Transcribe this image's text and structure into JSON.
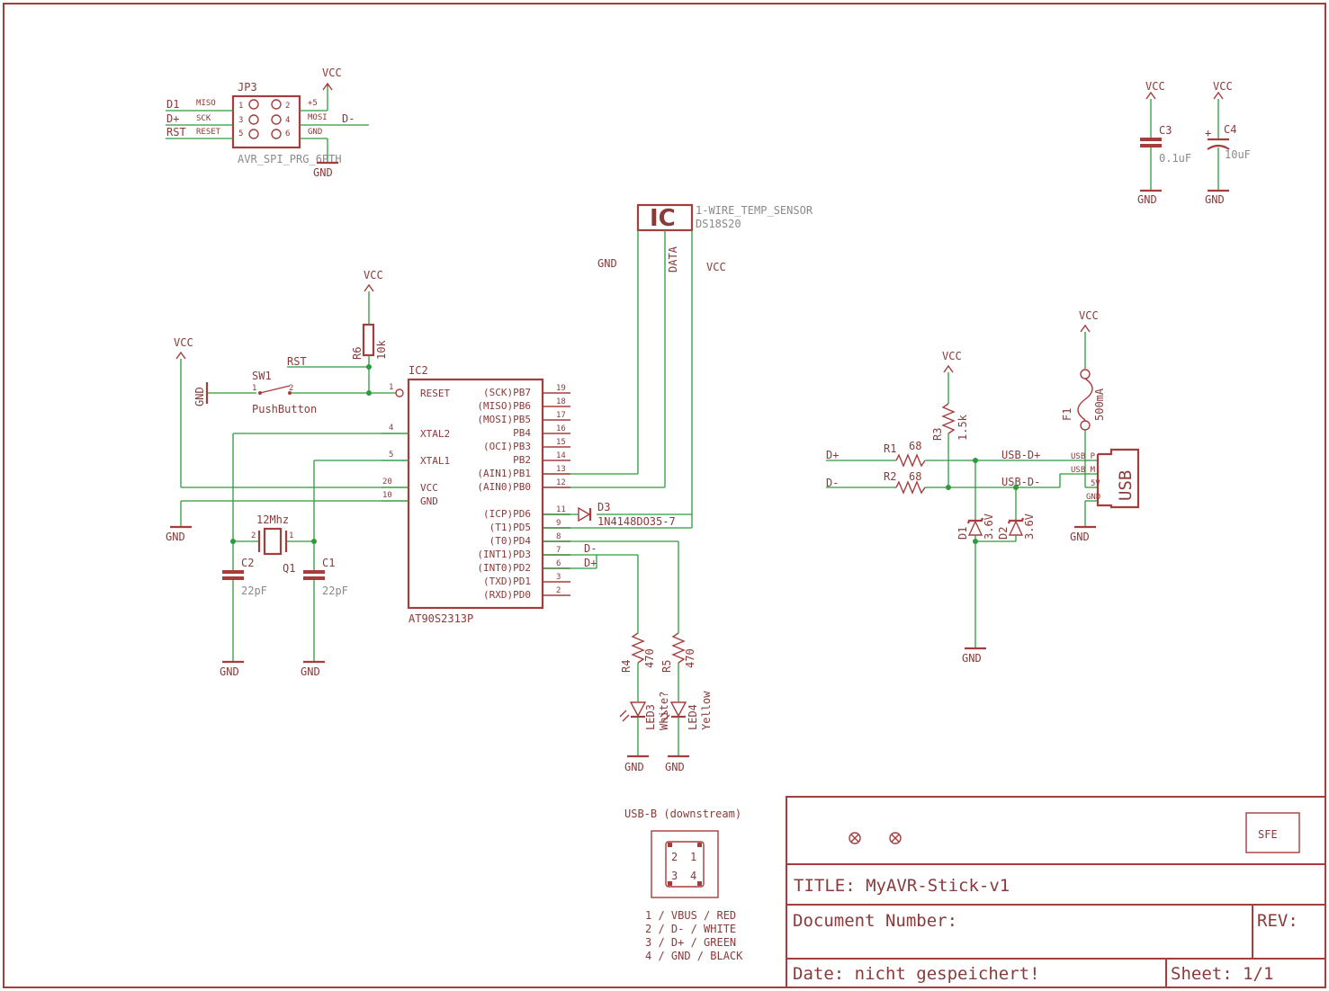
{
  "title_block": {
    "title": "TITLE: MyAVR-Stick-v1",
    "document_number": "Document Number:",
    "rev": "REV:",
    "date": "Date: nicht gespeichert!",
    "sheet": "Sheet: 1/1",
    "logo": "SFE"
  },
  "jp3": {
    "name": "JP3",
    "value": "AVR_SPI_PRG_6PTH",
    "pins_left": [
      "1",
      "3",
      "5"
    ],
    "pins_right": [
      "2",
      "4",
      "6"
    ],
    "labels_left": [
      "MISO",
      "SCK",
      "RESET"
    ],
    "labels_right": [
      "+5",
      "MOSI",
      "GND"
    ],
    "nets_left": [
      "D1",
      "D+",
      "RST"
    ],
    "net_right": "D-"
  },
  "ic1": {
    "symbol": "IC",
    "name": "1-WIRE_TEMP_SENSOR",
    "value": "DS18S20",
    "pin_data": "DATA",
    "pin_gnd": "GND",
    "pin_vcc": "VCC"
  },
  "ic2": {
    "name": "IC2",
    "value": "AT90S2313P",
    "left_pins": [
      {
        "num": "1",
        "label": "RESET"
      },
      {
        "num": "4",
        "label": "XTAL2"
      },
      {
        "num": "5",
        "label": "XTAL1"
      },
      {
        "num": "20",
        "label": "VCC"
      },
      {
        "num": "10",
        "label": "GND"
      }
    ],
    "right_pins": [
      {
        "num": "19",
        "label": "(SCK)PB7"
      },
      {
        "num": "18",
        "label": "(MISO)PB6"
      },
      {
        "num": "17",
        "label": "(MOSI)PB5"
      },
      {
        "num": "16",
        "label": "PB4"
      },
      {
        "num": "15",
        "label": "(OCI)PB3"
      },
      {
        "num": "14",
        "label": "PB2"
      },
      {
        "num": "13",
        "label": "(AIN1)PB1"
      },
      {
        "num": "12",
        "label": "(AIN0)PB0"
      },
      {
        "num": "11",
        "label": "(ICP)PD6"
      },
      {
        "num": "9",
        "label": "(T1)PD5"
      },
      {
        "num": "8",
        "label": "(T0)PD4"
      },
      {
        "num": "7",
        "label": "(INT1)PD3"
      },
      {
        "num": "6",
        "label": "(INT0)PD2"
      },
      {
        "num": "3",
        "label": "(TXD)PD1"
      },
      {
        "num": "2",
        "label": "(RXD)PD0"
      }
    ]
  },
  "components": {
    "r6": {
      "name": "R6",
      "value": "10k"
    },
    "sw1": {
      "name": "SW1",
      "value": "PushButton",
      "pin1": "1",
      "pin2": "2"
    },
    "q1": {
      "name": "Q1",
      "value": "12Mhz",
      "pin1": "1",
      "pin2": "2"
    },
    "c1": {
      "name": "C1",
      "value": "22pF"
    },
    "c2": {
      "name": "C2",
      "value": "22pF"
    },
    "c3": {
      "name": "C3",
      "value": "0.1uF"
    },
    "c4": {
      "name": "C4",
      "value": "10uF",
      "plus": "+"
    },
    "d3": {
      "name": "D3",
      "value": "1N4148DO35-7"
    },
    "r4": {
      "name": "R4",
      "value": "470"
    },
    "r5": {
      "name": "R5",
      "value": "470"
    },
    "led3": {
      "name": "LED3",
      "value": "White?"
    },
    "led4": {
      "name": "LED4",
      "value": "Yellow"
    },
    "r1": {
      "name": "R1",
      "value": "68"
    },
    "r2": {
      "name": "R2",
      "value": "68"
    },
    "r3": {
      "name": "R3",
      "value": "1.5k"
    },
    "f1": {
      "name": "F1",
      "value": "500mA"
    },
    "d1": {
      "name": "D1",
      "value": "3.6V"
    },
    "d2": {
      "name": "D2",
      "value": "3.6V"
    }
  },
  "nets": {
    "vcc": "VCC",
    "gnd": "GND",
    "rst": "RST",
    "dplus": "D+",
    "dminus": "D-",
    "usb_dplus": "USB-D+",
    "usb_dminus": "USB-D-"
  },
  "usb_connector": {
    "label": "USB",
    "pins": [
      "USB_P",
      "USB_M",
      "5V",
      "GND"
    ]
  },
  "usb_b": {
    "title": "USB-B (downstream)",
    "pin_numbers": [
      "2",
      "1",
      "3",
      "4"
    ],
    "legend": [
      "1 / VBUS / RED",
      "2 / D- / WHITE",
      "3 / D+ / GREEN",
      "4 / GND / BLACK"
    ]
  }
}
